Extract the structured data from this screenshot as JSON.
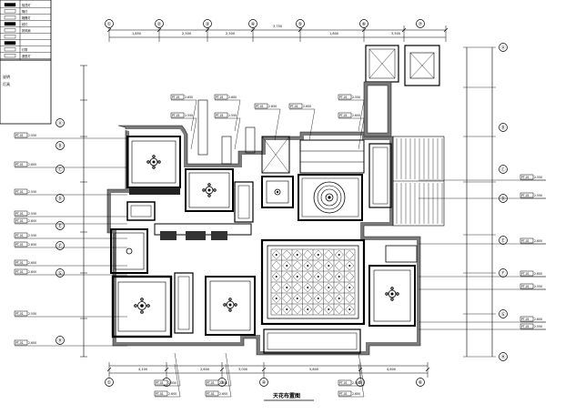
{
  "drawing": {
    "title": "天花布置图"
  },
  "legend": {
    "rows": [
      "吸顶灯",
      "筒灯",
      "格栅灯",
      "射灯",
      "排风扇",
      "",
      "",
      "灯带",
      "造型灯"
    ],
    "notes": [
      "说明",
      "灯具"
    ]
  },
  "dims": {
    "top": [
      "1,850",
      "2,500",
      "2,500",
      "3,750",
      "1,800",
      "3,500"
    ],
    "bottom": [
      "4,100",
      "2,600",
      "3,000",
      "5,800",
      "4,600"
    ]
  },
  "axis_labels": {
    "top": [
      "①",
      "②",
      "③",
      "④",
      "⑤",
      "⑥",
      "⑦"
    ],
    "bottom": [
      "①",
      "②",
      "③",
      "④",
      "⑤",
      "⑥"
    ],
    "left": [
      "Ⓐ",
      "Ⓑ",
      "Ⓒ",
      "Ⓓ",
      "Ⓔ",
      "Ⓕ",
      "Ⓖ",
      "Ⓗ"
    ],
    "right": [
      "Ⓐ",
      "Ⓑ",
      "Ⓒ",
      "Ⓓ",
      "Ⓔ",
      "Ⓕ",
      "Ⓖ",
      "Ⓗ"
    ]
  },
  "ceiling_tags": {
    "left": [
      "PT-01 2.550",
      "PT-01 2.600",
      "PT-01 2.550",
      "PT-01 2.550",
      "PT-01 2.600",
      "PT-01 2.550",
      "PT-01 2.650",
      "PT-01 2.600",
      "PT-01 2.600",
      "PT-01 2.550",
      "PT-01 2.600"
    ],
    "right": [
      "PT-01 2.550",
      "PT-01 2.550",
      "PT-01 2.600",
      "PT-01 2.600",
      "PT-01 2.550",
      "PT-01 2.600",
      "PT-01 2.550"
    ],
    "top": [
      "PT-01 2.650",
      "PT-01 2.550",
      "PT-01 2.600",
      "PT-01 2.550",
      "PT-01 2.650",
      "PT-01 2.600",
      "PT-01 2.550",
      "PT-01 2.600"
    ],
    "bottom": [
      "PT-01 2.550",
      "PT-01 2.600",
      "PT-01 2.550",
      "PT-01 2.600",
      "PT-01 2.550",
      "PT-01 2.600"
    ]
  }
}
